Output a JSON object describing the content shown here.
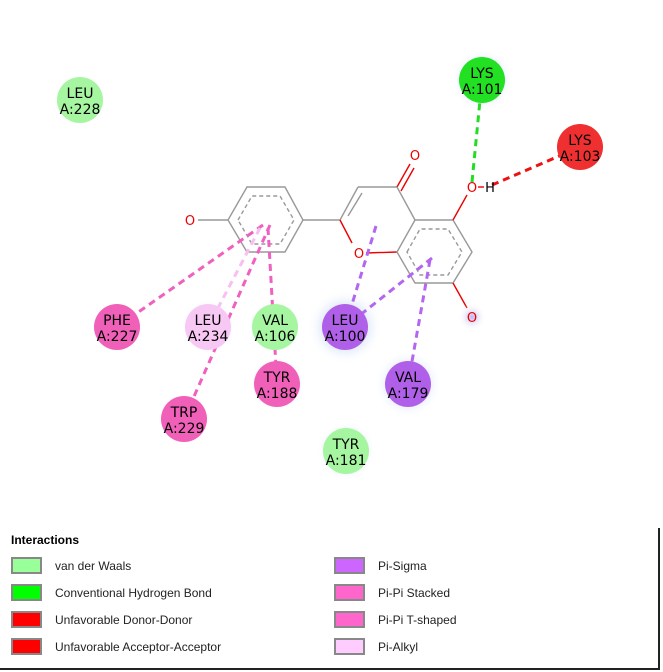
{
  "ligand_atoms": {
    "o": "O",
    "h": "H"
  },
  "residues": [
    {
      "id": "leu228",
      "name": "LEU",
      "pos": "A:228",
      "type": "vdw"
    },
    {
      "id": "lys101",
      "name": "LYS",
      "pos": "A:101",
      "type": "hbond"
    },
    {
      "id": "lys103",
      "name": "LYS",
      "pos": "A:103",
      "type": "unfav"
    },
    {
      "id": "phe227",
      "name": "PHE",
      "pos": "A:227",
      "type": "pipi"
    },
    {
      "id": "leu234",
      "name": "LEU",
      "pos": "A:234",
      "type": "pialkyl"
    },
    {
      "id": "val106",
      "name": "VAL",
      "pos": "A:106",
      "type": "vdw"
    },
    {
      "id": "leu100",
      "name": "LEU",
      "pos": "A:100",
      "type": "pisigma"
    },
    {
      "id": "tyr188",
      "name": "TYR",
      "pos": "A:188",
      "type": "pipi"
    },
    {
      "id": "val179",
      "name": "VAL",
      "pos": "A:179",
      "type": "pisigma"
    },
    {
      "id": "trp229",
      "name": "TRP",
      "pos": "A:229",
      "type": "pipi"
    },
    {
      "id": "tyr181",
      "name": "TYR",
      "pos": "A:181",
      "type": "vdw"
    }
  ],
  "colors": {
    "vdw": "#a6f5a0",
    "hbond": "#22e022",
    "unfav": "#f03030",
    "pisigma": "#b060e8",
    "pipi": "#f060b8",
    "pialkyl": "#f8c8f4"
  },
  "legend": {
    "title": "Interactions",
    "items": [
      {
        "label": "van der Waals",
        "color": "#99ff99"
      },
      {
        "label": "Conventional Hydrogen Bond",
        "color": "#00ff00"
      },
      {
        "label": "Unfavorable Donor-Donor",
        "color": "#ff0000"
      },
      {
        "label": "Unfavorable Acceptor-Acceptor",
        "color": "#ff0000"
      },
      {
        "label": "Pi-Sigma",
        "color": "#cc66ff"
      },
      {
        "label": "Pi-Pi Stacked",
        "color": "#ff66cc"
      },
      {
        "label": "Pi-Pi T-shaped",
        "color": "#ff66cc"
      },
      {
        "label": "Pi-Alkyl",
        "color": "#ffccff"
      }
    ]
  }
}
